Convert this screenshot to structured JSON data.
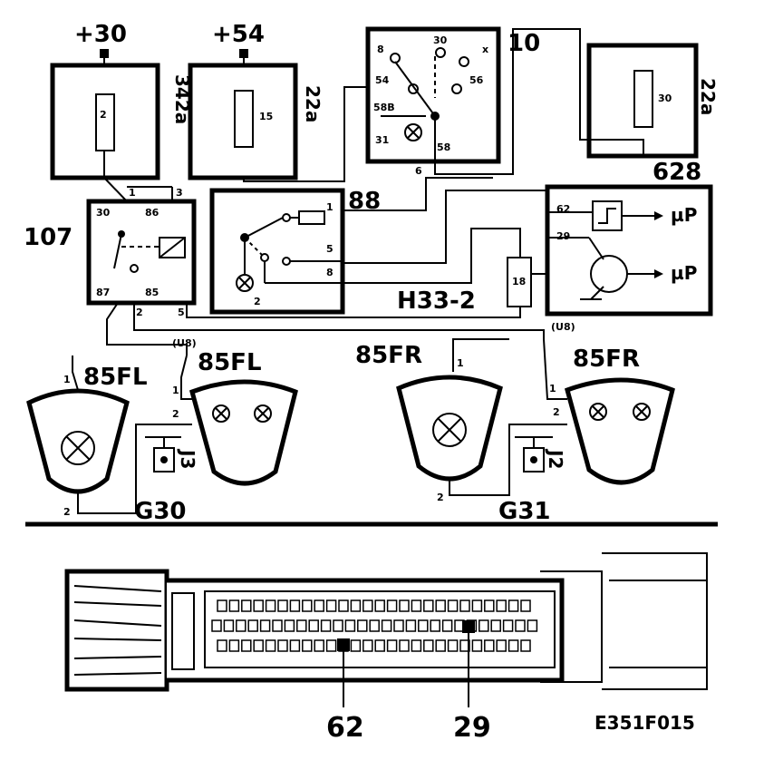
{
  "supply": {
    "kl30": "+30",
    "kl54": "+54"
  },
  "fuse342a": {
    "id": "342a",
    "num": "2"
  },
  "fuse22a_left": {
    "id": "22a",
    "num": "15"
  },
  "fuse22a_right": {
    "id": "22a",
    "num": "30"
  },
  "switch10": {
    "id": "10",
    "pins": [
      "8",
      "30",
      "x",
      "54",
      "56",
      "58B",
      "31",
      "58",
      "6"
    ]
  },
  "relay107": {
    "id": "107",
    "pins": [
      "1",
      "3",
      "30",
      "86",
      "87",
      "85",
      "2",
      "5"
    ]
  },
  "switch88": {
    "id": "88",
    "pins": [
      "1",
      "5",
      "8",
      "2"
    ]
  },
  "ecu628": {
    "id": "628",
    "pins": [
      "62",
      "29"
    ],
    "out": "µP"
  },
  "connector": {
    "id": "H33-2",
    "pin": "18",
    "conn2": "2"
  },
  "lamps": {
    "fl": "85FL",
    "fr": "85FR",
    "ref": "(U8)",
    "pin1": "1",
    "pin2": "2"
  },
  "grounds": {
    "g30": "G30",
    "g31": "G31",
    "j3": "J3",
    "j2": "J2"
  },
  "bottom": {
    "pin62": "62",
    "pin29": "29",
    "code": "E351F015"
  }
}
